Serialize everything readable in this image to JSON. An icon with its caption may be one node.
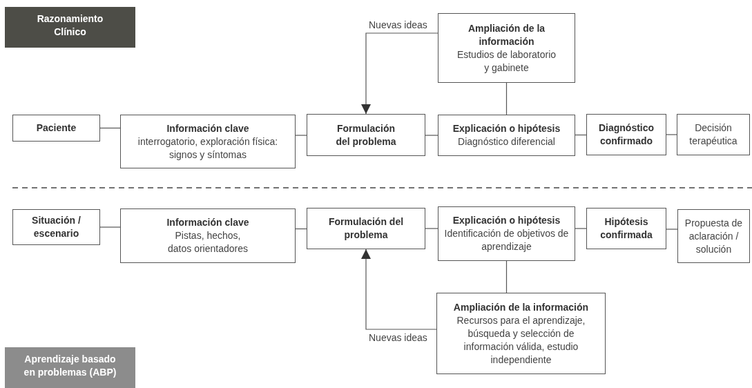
{
  "diagram": {
    "nodes": [
      {
        "text": [
          "Razonamiento Clínico"
        ]
      },
      {
        "text": [
          "Ampliación de la información",
          "Estudios de laboratorio y gabinete"
        ]
      },
      {
        "text": [
          "Paciente"
        ]
      },
      {
        "text": [
          "Información clave",
          "interrogatorio, exploración física: signos y síntomas"
        ]
      },
      {
        "text": [
          "Formulación del problema"
        ]
      },
      {
        "text": [
          "Explicación o hipótesis",
          "Diagnóstico diferencial"
        ]
      },
      {
        "text": [
          "Diagnóstico confirmado"
        ]
      },
      {
        "text": [
          "Decisión terapéutica"
        ]
      },
      {
        "text": [
          "Situación / escenario"
        ]
      },
      {
        "text": [
          "Información clave",
          "Pistas, hechos, datos orientadores"
        ]
      },
      {
        "text": [
          "Formulación del problema"
        ]
      },
      {
        "text": [
          "Explicación o hipótesis",
          "Identificación de objetivos de aprendizaje"
        ]
      },
      {
        "text": [
          "Hipótesis confirmada"
        ]
      },
      {
        "text": [
          "Propuesta de aclaración / solución"
        ]
      },
      {
        "text": [
          "Ampliación de la información",
          "Recursos para el aprendizaje, búsqueda y selección de información válida, estudio independiente"
        ]
      },
      {
        "text": [
          "Aprendizaje basado en problemas (ABP)"
        ]
      }
    ],
    "edges": [
      {
        "from": 2,
        "to": 3,
        "arrow": "none"
      },
      {
        "from": 3,
        "to": 4,
        "arrow": "none"
      },
      {
        "from": 4,
        "to": 5,
        "arrow": "none"
      },
      {
        "from": 5,
        "to": 6,
        "arrow": "none"
      },
      {
        "from": 6,
        "to": 7,
        "arrow": "none"
      },
      {
        "from": 1,
        "to": 4,
        "arrow": "to",
        "label": "Nuevas ideas"
      },
      {
        "from": 1,
        "to": 5,
        "arrow": "none"
      },
      {
        "from": 8,
        "to": 9,
        "arrow": "none"
      },
      {
        "from": 9,
        "to": 10,
        "arrow": "none"
      },
      {
        "from": 10,
        "to": 11,
        "arrow": "none"
      },
      {
        "from": 11,
        "to": 12,
        "arrow": "none"
      },
      {
        "from": 12,
        "to": 13,
        "arrow": "none"
      },
      {
        "from": 14,
        "to": 10,
        "arrow": "to",
        "label": "Nuevas ideas"
      },
      {
        "from": 11,
        "to": 14,
        "arrow": "none"
      }
    ]
  }
}
